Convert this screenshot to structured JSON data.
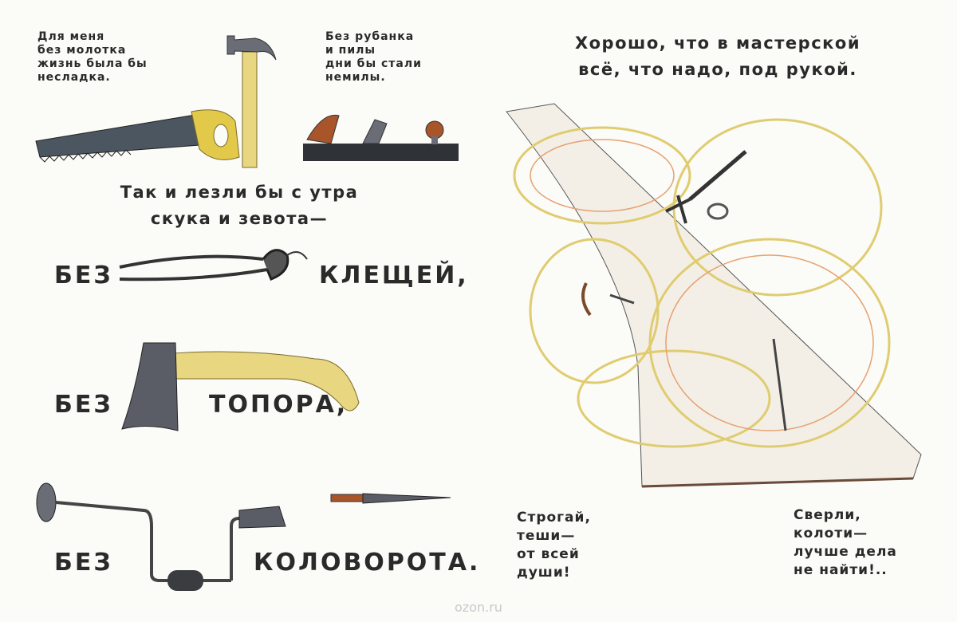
{
  "left_page": {
    "verse_hammer": "Для меня\nбез молотка\nжизнь была бы\nнесладка.",
    "verse_plane": "Без рубанка\nи пилы\nдни бы стали\nнемилы.",
    "verse_middle": "Так и лезли бы с утра\nскука и зевота—",
    "line_pliers": {
      "prefix": "БЕЗ",
      "word": "КЛЕЩЕЙ,"
    },
    "line_axe": {
      "prefix": "БЕЗ",
      "word": "ТОПОРА,"
    },
    "line_brace": {
      "prefix": "БЕЗ",
      "word": "КОЛОВОРОТА."
    }
  },
  "right_page": {
    "heading": "Хорошо, что в мастерской\nвсё, что надо, под рукой.",
    "verse_left": "Строгай,\nтеши—\nот всей\nдуши!",
    "verse_right": "Сверли,\nколоти—\nлучше дела\nне найти!.."
  },
  "watermark": "ozon.ru",
  "colors": {
    "text": "#2a2a2a",
    "wood": "#e8d680",
    "metal": "#5a5d66",
    "handle": "#a8552a"
  }
}
